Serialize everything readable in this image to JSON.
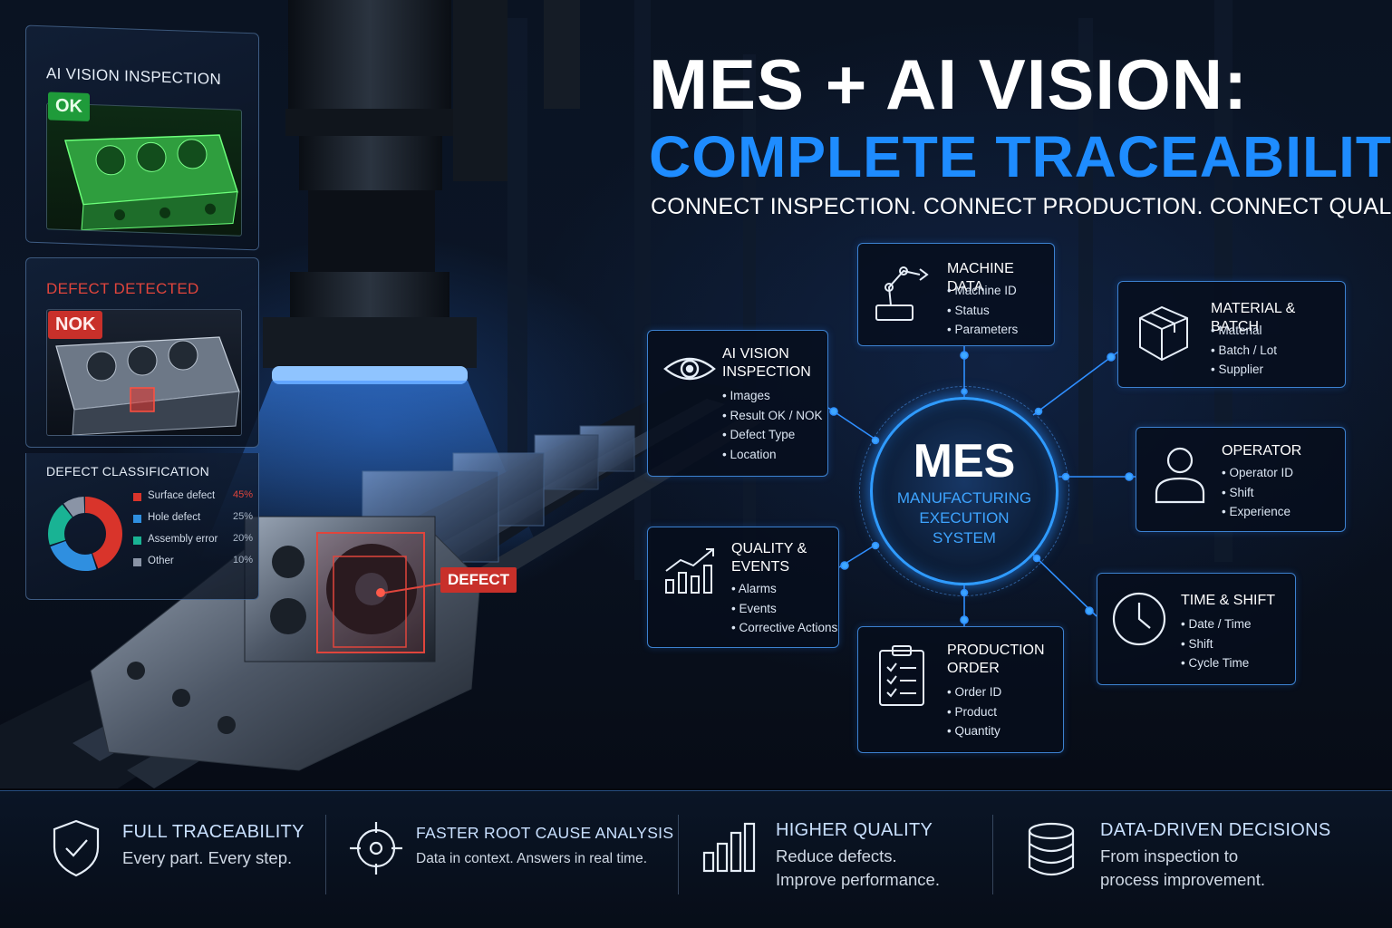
{
  "header": {
    "title_line1": "MES + AI VISION:",
    "title_line2": "COMPLETE TRACEABILITY",
    "subtitle": "CONNECT INSPECTION. CONNECT PRODUCTION. CONNECT QUALITY."
  },
  "inspection_panel": {
    "title": "AI VISION INSPECTION",
    "result": "OK"
  },
  "defect_panel": {
    "title": "DEFECT DETECTED",
    "result": "NOK"
  },
  "classification": {
    "title": "DEFECT CLASSIFICATION",
    "items": [
      {
        "label": "Surface defect",
        "pct": "45%",
        "value": 45,
        "color": "#d9342b"
      },
      {
        "label": "Hole defect",
        "pct": "25%",
        "value": 25,
        "color": "#2f8fe0"
      },
      {
        "label": "Assembly error",
        "pct": "20%",
        "value": 20,
        "color": "#19b394"
      },
      {
        "label": "Other",
        "pct": "10%",
        "value": 10,
        "color": "#8a94a6"
      }
    ]
  },
  "part_tag": "DEFECT",
  "hub": {
    "title": "MES",
    "subtitle": "MANUFACTURING\nEXECUTION\nSYSTEM"
  },
  "cards": {
    "machine": {
      "title": "MACHINE DATA",
      "items": [
        "Machine ID",
        "Status",
        "Parameters"
      ]
    },
    "material": {
      "title": "MATERIAL & BATCH",
      "items": [
        "Material",
        "Batch / Lot",
        "Supplier"
      ]
    },
    "vision": {
      "title": "AI VISION\nINSPECTION",
      "items": [
        "Images",
        "Result OK / NOK",
        "Defect Type",
        "Location"
      ]
    },
    "operator": {
      "title": "OPERATOR",
      "items": [
        "Operator ID",
        "Shift",
        "Experience"
      ]
    },
    "quality": {
      "title": "QUALITY &\nEVENTS",
      "items": [
        "Alarms",
        "Events",
        "Corrective Actions"
      ]
    },
    "time": {
      "title": "TIME & SHIFT",
      "items": [
        "Date / Time",
        "Shift",
        "Cycle Time"
      ]
    },
    "order": {
      "title": "PRODUCTION\nORDER",
      "items": [
        "Order ID",
        "Product",
        "Quantity"
      ]
    }
  },
  "features": [
    {
      "title": "FULL TRACEABILITY",
      "desc": "Every part. Every step.",
      "icon": "shield-check-icon"
    },
    {
      "title": "FASTER ROOT CAUSE ANALYSIS",
      "desc": "Data in context. Answers in real time.",
      "icon": "target-icon"
    },
    {
      "title": "HIGHER QUALITY",
      "desc": "Reduce defects.\nImprove performance.",
      "icon": "bar-chart-icon"
    },
    {
      "title": "DATA-DRIVEN DECISIONS",
      "desc": "From inspection to\nprocess improvement.",
      "icon": "database-icon"
    }
  ],
  "colors": {
    "accent_blue": "#1e8cff",
    "ok_green": "#1f9b3a",
    "nok_red": "#c8302a"
  }
}
